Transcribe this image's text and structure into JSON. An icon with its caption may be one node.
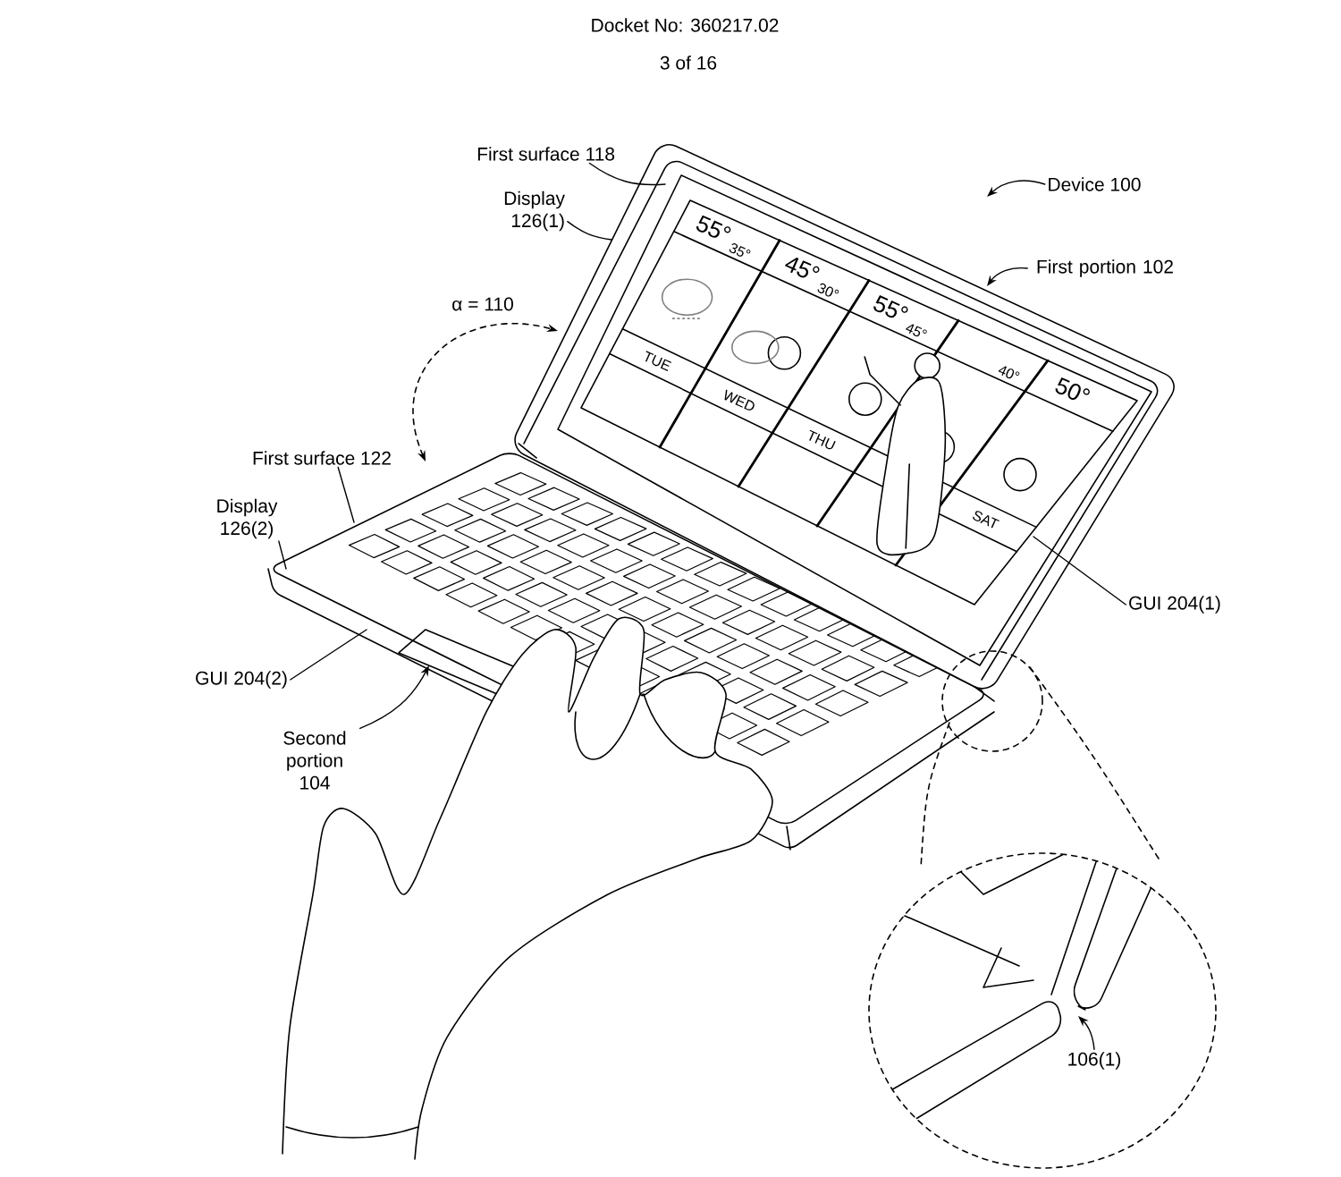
{
  "diagram": {
    "nodes": [
      {
        "text": [
          "First surface 118"
        ]
      },
      {
        "text": [
          "Display 126(1)"
        ]
      },
      {
        "text": [
          "Device 100"
        ]
      },
      {
        "text": [
          "First portion 102"
        ]
      },
      {
        "text": [
          "First surface 122"
        ]
      },
      {
        "text": [
          "Display 126(2)"
        ]
      },
      {
        "text": [
          "GUI 204(2)"
        ]
      },
      {
        "text": [
          "Second portion 104"
        ]
      },
      {
        "text": [
          "GUI 204(1)"
        ]
      },
      {
        "text": [
          "106(1)"
        ]
      }
    ],
    "edges": [
      {
        "from": 0,
        "to": null,
        "arrow": "none"
      },
      {
        "from": 1,
        "to": null,
        "arrow": "none"
      },
      {
        "from": 2,
        "to": null,
        "arrow": "to"
      },
      {
        "from": 3,
        "to": null,
        "arrow": "to"
      },
      {
        "from": 4,
        "to": null,
        "arrow": "none"
      },
      {
        "from": 5,
        "to": null,
        "arrow": "none"
      },
      {
        "from": 6,
        "to": null,
        "arrow": "none"
      },
      {
        "from": 7,
        "to": null,
        "arrow": "to"
      },
      {
        "from": 8,
        "to": null,
        "arrow": "none"
      },
      {
        "from": 9,
        "to": null,
        "arrow": "to"
      }
    ],
    "labels": [
      "Docket No: 360217.02",
      "3 of 16",
      "α = 110",
      "55°",
      "35°",
      "45°",
      "30°",
      "55°",
      "45°",
      "40°",
      "50°",
      "TUE",
      "WED",
      "THU",
      "SAT"
    ]
  }
}
